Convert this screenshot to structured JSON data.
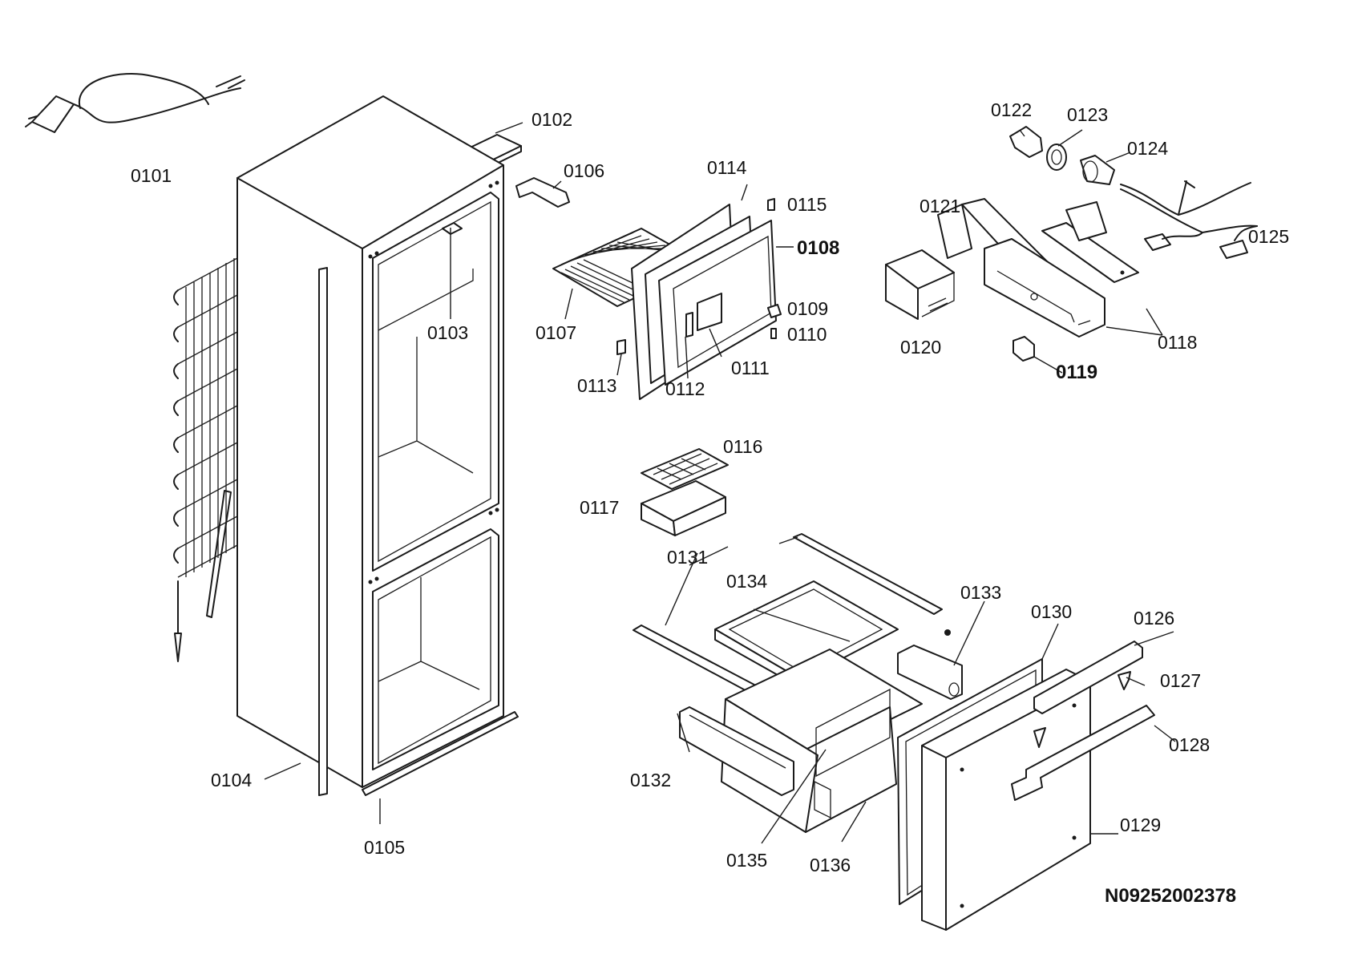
{
  "labels": {
    "p0101": "0101",
    "p0102": "0102",
    "p0103": "0103",
    "p0104": "0104",
    "p0105": "0105",
    "p0106": "0106",
    "p0107": "0107",
    "p0108": "0108",
    "p0109": "0109",
    "p0110": "0110",
    "p0111": "0111",
    "p0112": "0112",
    "p0113": "0113",
    "p0114": "0114",
    "p0115": "0115",
    "p0116": "0116",
    "p0117": "0117",
    "p0118": "0118",
    "p0119": "0119",
    "p0120": "0120",
    "p0121": "0121",
    "p0122": "0122",
    "p0123": "0123",
    "p0124": "0124",
    "p0125": "0125",
    "p0126": "0126",
    "p0127": "0127",
    "p0128": "0128",
    "p0129": "0129",
    "p0130": "0130",
    "p0131": "0131",
    "p0132": "0132",
    "p0133": "0133",
    "p0134": "0134",
    "p0135": "0135",
    "p0136": "0136"
  },
  "document_number": "N09252002378"
}
